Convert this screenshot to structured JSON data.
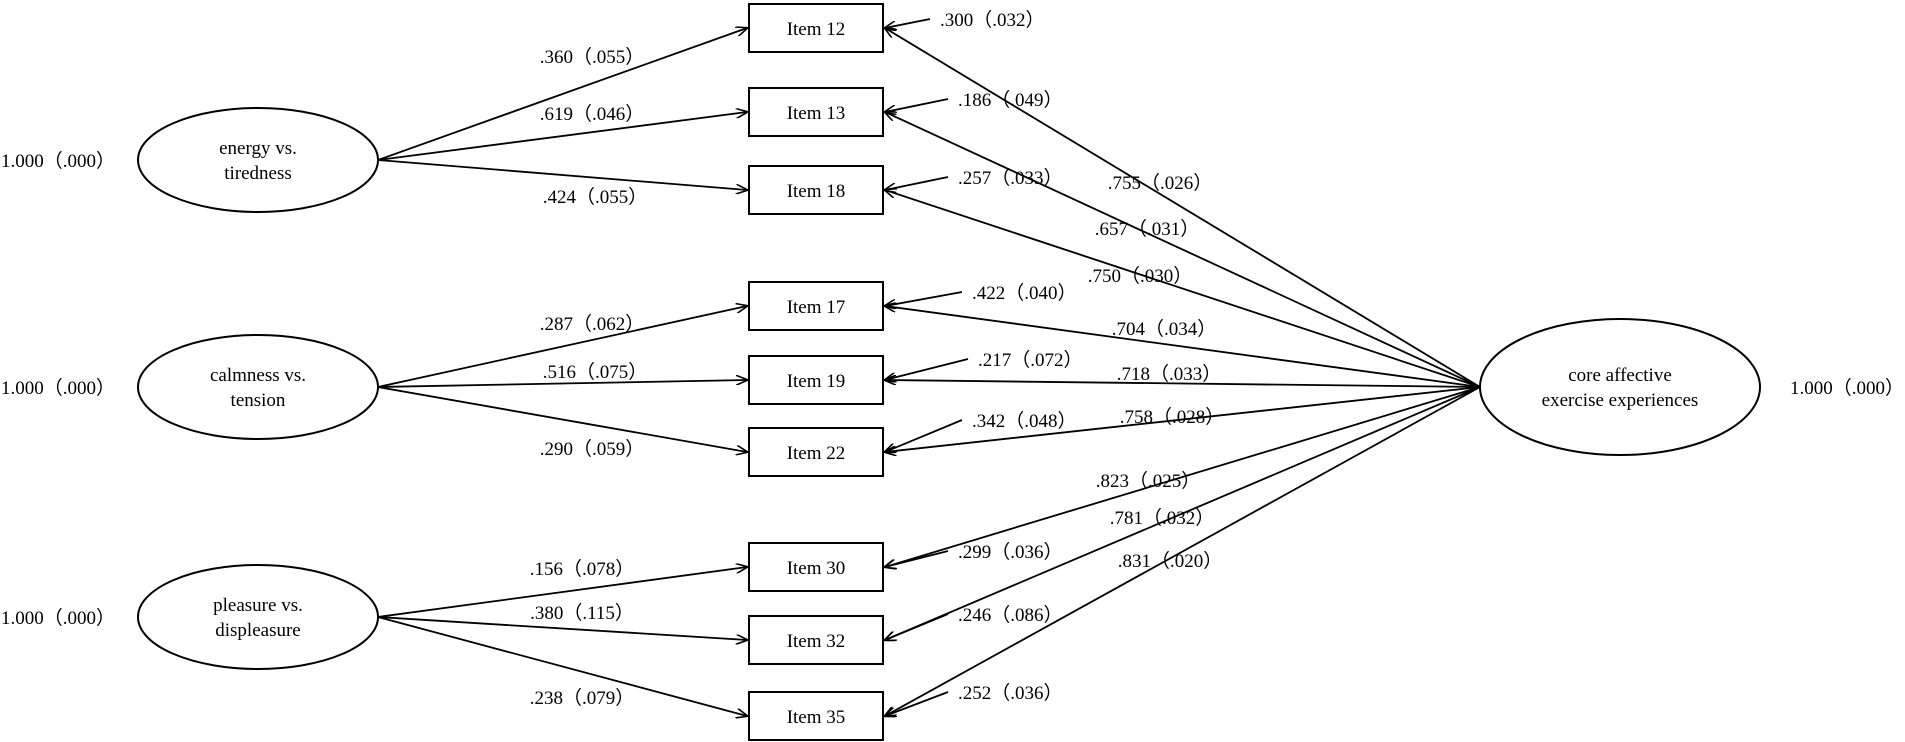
{
  "latent_factors": [
    {
      "id": "energy",
      "lines": [
        "energy vs.",
        "tiredness"
      ],
      "variance": "1.000（.000）"
    },
    {
      "id": "calmness",
      "lines": [
        "calmness vs.",
        "tension"
      ],
      "variance": "1.000（.000）"
    },
    {
      "id": "pleasure",
      "lines": [
        "pleasure vs.",
        "displeasure"
      ],
      "variance": "1.000（.000）"
    },
    {
      "id": "core",
      "lines": [
        "core affective",
        "exercise experiences"
      ],
      "variance": "1.000（.000）"
    }
  ],
  "items": [
    {
      "label": "Item 12",
      "residual": ".300（.032）"
    },
    {
      "label": "Item 13",
      "residual": ".186（.049）"
    },
    {
      "label": "Item 18",
      "residual": ".257（.033）"
    },
    {
      "label": "Item 17",
      "residual": ".422（.040）"
    },
    {
      "label": "Item 19",
      "residual": ".217（.072）"
    },
    {
      "label": "Item 22",
      "residual": ".342（.048）"
    },
    {
      "label": "Item 30",
      "residual": ".299（.036）"
    },
    {
      "label": "Item 32",
      "residual": ".246（.086）"
    },
    {
      "label": "Item 35",
      "residual": ".252（.036）"
    }
  ],
  "specific_loadings": [
    {
      "factor": "energy",
      "item": "Item 12",
      "value": ".360（.055）"
    },
    {
      "factor": "energy",
      "item": "Item 13",
      "value": ".619（.046）"
    },
    {
      "factor": "energy",
      "item": "Item 18",
      "value": ".424（.055）"
    },
    {
      "factor": "calmness",
      "item": "Item 17",
      "value": ".287（.062）"
    },
    {
      "factor": "calmness",
      "item": "Item 19",
      "value": ".516（.075）"
    },
    {
      "factor": "calmness",
      "item": "Item 22",
      "value": ".290（.059）"
    },
    {
      "factor": "pleasure",
      "item": "Item 30",
      "value": ".156（.078）"
    },
    {
      "factor": "pleasure",
      "item": "Item 32",
      "value": ".380（.115）"
    },
    {
      "factor": "pleasure",
      "item": "Item 35",
      "value": ".238（.079）"
    }
  ],
  "general_loadings": [
    {
      "item": "Item 12",
      "value": ".755（.026）"
    },
    {
      "item": "Item 13",
      "value": ".657（.031）"
    },
    {
      "item": "Item 18",
      "value": ".750（.030）"
    },
    {
      "item": "Item 17",
      "value": ".704（.034）"
    },
    {
      "item": "Item 19",
      "value": ".718（.033）"
    },
    {
      "item": "Item 22",
      "value": ".758（.028）"
    },
    {
      "item": "Item 30",
      "value": ".823（.025）"
    },
    {
      "item": "Item 32",
      "value": ".781（.032）"
    },
    {
      "item": "Item 35",
      "value": ".831（.020）"
    }
  ]
}
